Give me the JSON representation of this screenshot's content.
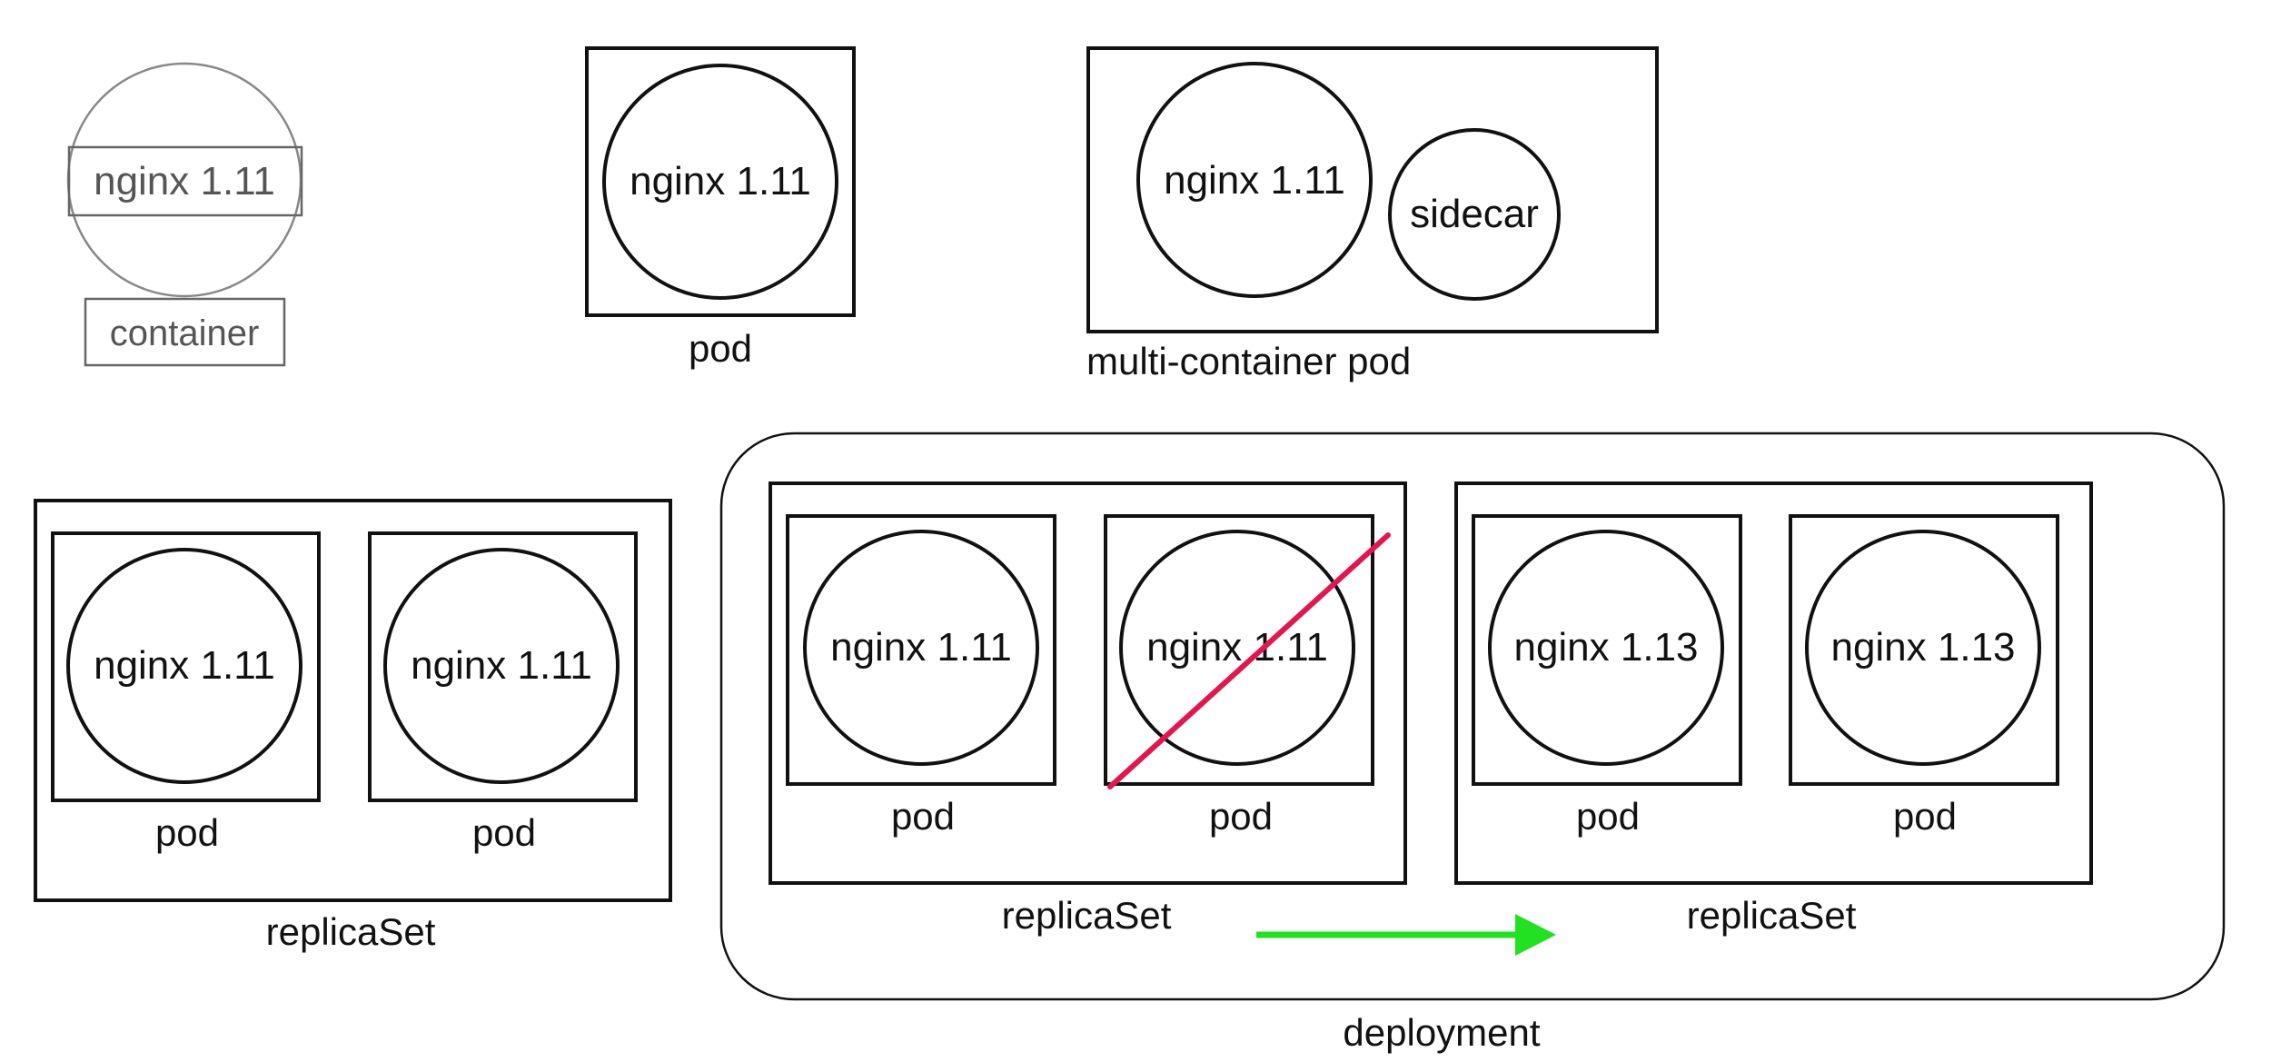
{
  "legend": {
    "container_image": "nginx 1.11",
    "container_label": "container"
  },
  "single_pod": {
    "container": "nginx 1.11",
    "label": "pod"
  },
  "multi_pod": {
    "main": "nginx 1.11",
    "sidecar": "sidecar",
    "label": "multi-container pod"
  },
  "replicaset_left": {
    "label": "replicaSet",
    "pods": [
      {
        "container": "nginx 1.11",
        "label": "pod"
      },
      {
        "container": "nginx 1.11",
        "label": "pod"
      }
    ]
  },
  "deployment": {
    "label": "deployment",
    "old_replicaset": {
      "label": "replicaSet",
      "pods": [
        {
          "container": "nginx 1.11",
          "label": "pod"
        },
        {
          "container": "nginx 1.11",
          "label": "pod"
        }
      ]
    },
    "new_replicaset": {
      "label": "replicaSet",
      "pods": [
        {
          "container": "nginx 1.13",
          "label": "pod"
        },
        {
          "container": "nginx 1.13",
          "label": "pod"
        }
      ]
    }
  },
  "colors": {
    "strike": "#e0184f",
    "arrow": "#22e022",
    "stroke": "#111111",
    "legend_stroke": "#666666"
  }
}
